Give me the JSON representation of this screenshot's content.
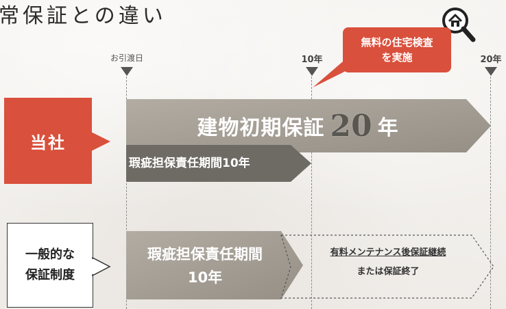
{
  "title": "常保証との違い",
  "timeline": {
    "start_label": "お引渡日",
    "mid_label": "10年",
    "end_label": "20年"
  },
  "callout": {
    "line1": "無料の住宅検査",
    "line2": "を実施"
  },
  "company": {
    "label": "当社",
    "main_guarantee": {
      "text": "建物初期保証",
      "number": "20",
      "unit": "年"
    },
    "defect_liability": "瑕疵担保責任期間10年"
  },
  "general": {
    "label_line1": "一般的な",
    "label_line2": "保証制度",
    "defect_liability_line1": "瑕疵担保責任期間",
    "defect_liability_line2": "10年",
    "after_line1": "有料メンテナンス後保証継続",
    "after_line2": "または保証終了"
  },
  "colors": {
    "accent_red": "#d9503c",
    "arrow_gray": "#a39d94",
    "arrow_dark": "#6e6b65",
    "background": "#f3f1ee"
  },
  "icons": {
    "magnifier": "house-magnifier-icon",
    "tick": "triangle-down-icon"
  }
}
